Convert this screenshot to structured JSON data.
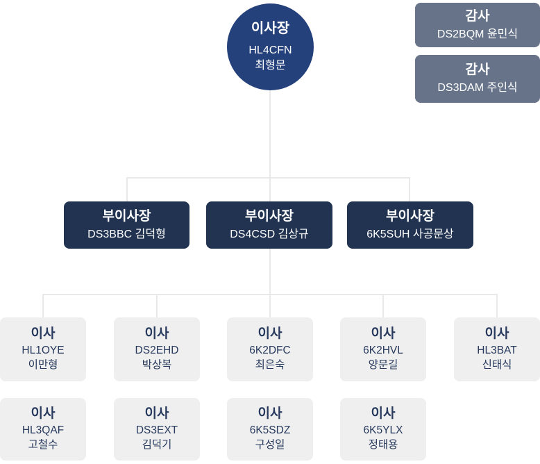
{
  "chairman": {
    "title": "이사장",
    "callsign": "HL4CFN",
    "name": "최형문"
  },
  "auditors": [
    {
      "title": "감사",
      "line": "DS2BQM 윤민식"
    },
    {
      "title": "감사",
      "line": "DS3DAM 주인식"
    }
  ],
  "vice_chairmen": [
    {
      "title": "부이사장",
      "line": "DS3BBC 김덕형"
    },
    {
      "title": "부이사장",
      "line": "DS4CSD 김상규"
    },
    {
      "title": "부이사장",
      "line": "6K5SUH 사공문상"
    }
  ],
  "directors_row1": [
    {
      "title": "이사",
      "callsign": "HL1OYE",
      "name": "이만형"
    },
    {
      "title": "이사",
      "callsign": "DS2EHD",
      "name": "박상복"
    },
    {
      "title": "이사",
      "callsign": "6K2DFC",
      "name": "최은숙"
    },
    {
      "title": "이사",
      "callsign": "6K2HVL",
      "name": "양문길"
    },
    {
      "title": "이사",
      "callsign": "HL3BAT",
      "name": "신태식"
    }
  ],
  "directors_row2": [
    {
      "title": "이사",
      "callsign": "HL3QAF",
      "name": "고철수"
    },
    {
      "title": "이사",
      "callsign": "DS3EXT",
      "name": "김덕기"
    },
    {
      "title": "이사",
      "callsign": "6K5SDZ",
      "name": "구성일"
    },
    {
      "title": "이사",
      "callsign": "6K5YLX",
      "name": "정태용"
    }
  ],
  "colors": {
    "chairman_bg": "#24417b",
    "auditor_bg": "#667389",
    "vice_chairman_bg": "#213351",
    "director_bg": "#efefef",
    "director_text": "#27395c",
    "connector_line": "#e9e9e9",
    "light_text": "#ffffff"
  }
}
